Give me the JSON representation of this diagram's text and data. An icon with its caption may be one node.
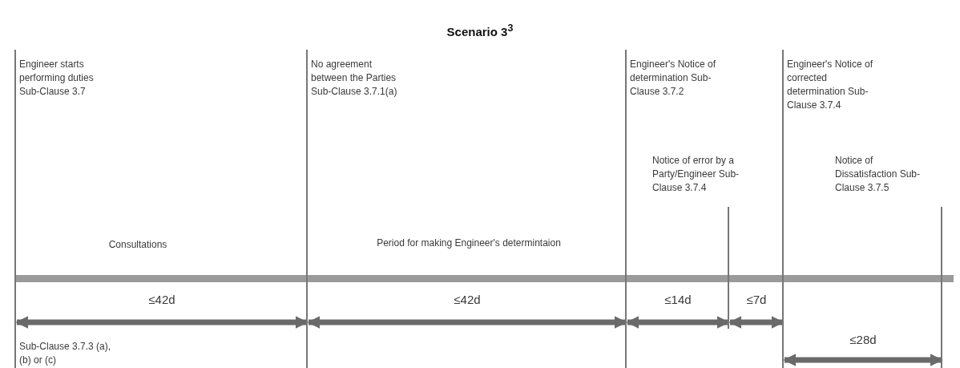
{
  "diagram": {
    "title": "Scenario 3$^{3}$",
    "nodes": [
      {
        "text": [
          "Engineer starts performing duties Sub-Clause 3.7"
        ]
      },
      {
        "text": [
          "No agreement between the Parties Sub-Clause 3.7.1(a)"
        ]
      },
      {
        "text": [
          "Engineer's Notice of determination Sub-Clause 3.7.2"
        ]
      },
      {
        "text": [
          "Notice of error by a Party/Engineer Sub-Clause 3.7.4"
        ]
      },
      {
        "text": [
          "Engineer's Notice of corrected determination Sub-Clause 3.7.4"
        ]
      },
      {
        "text": [
          "Notice of Dissatisfaction Sub-Clause 3.7.5"
        ]
      }
    ],
    "edges": [
      {
        "from": 0,
        "to": 1,
        "arrow": "both",
        "label": "≤42d"
      },
      {
        "from": 1,
        "to": 2,
        "arrow": "both",
        "label": "≤42d"
      },
      {
        "from": 2,
        "to": 3,
        "arrow": "both",
        "label": "≤14d"
      },
      {
        "from": 3,
        "to": 4,
        "arrow": "both",
        "label": "≤7d"
      },
      {
        "from": 4,
        "to": 5,
        "arrow": "both",
        "label": "≤28d"
      }
    ],
    "labels": [
      "Consultations",
      "Period for making Engineer's determintaion",
      "Sub-Clause 3.7.3 (a), (b) or (c)"
    ]
  }
}
